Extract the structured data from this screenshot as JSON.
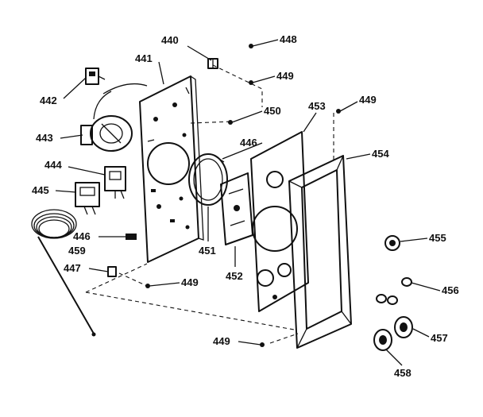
{
  "labels": {
    "p440": "440",
    "p441": "441",
    "p442": "442",
    "p443": "443",
    "p444": "444",
    "p445": "445",
    "p446a": "446",
    "p446b": "446",
    "p447": "447",
    "p448": "448",
    "p449a": "449",
    "p449b": "449",
    "p449c": "449",
    "p449d": "449",
    "p450": "450",
    "p451": "451",
    "p452": "452",
    "p453": "453",
    "p454": "454",
    "p455": "455",
    "p456": "456",
    "p457": "457",
    "p458": "458",
    "p459": "459"
  }
}
